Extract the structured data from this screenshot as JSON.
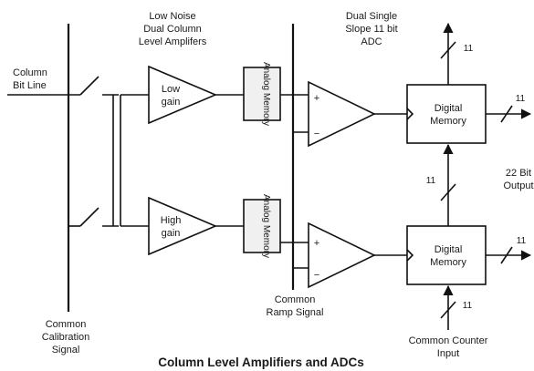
{
  "labels": {
    "column_bit_line": [
      "Column",
      "Bit Line"
    ],
    "amplifiers_header": [
      "Low Noise",
      "Dual Column",
      "Level Amplifers"
    ],
    "adc_header": [
      "Dual Single",
      "Slope 11 bit",
      "ADC"
    ],
    "low_gain": [
      "Low",
      "gain"
    ],
    "high_gain": [
      "High",
      "gain"
    ],
    "analog_memory": "Analog Memory",
    "comparator_plus": "+",
    "comparator_minus": "−",
    "digital_memory": [
      "Digital",
      "Memory"
    ],
    "bus_width": "11",
    "output": [
      "22 Bit",
      "Output"
    ],
    "common_calibration": [
      "Common",
      "Calibration",
      "Signal"
    ],
    "common_ramp": [
      "Common",
      "Ramp Signal"
    ],
    "common_counter": [
      "Common Counter",
      "Input"
    ],
    "title": "Column Level Amplifiers and ADCs"
  }
}
